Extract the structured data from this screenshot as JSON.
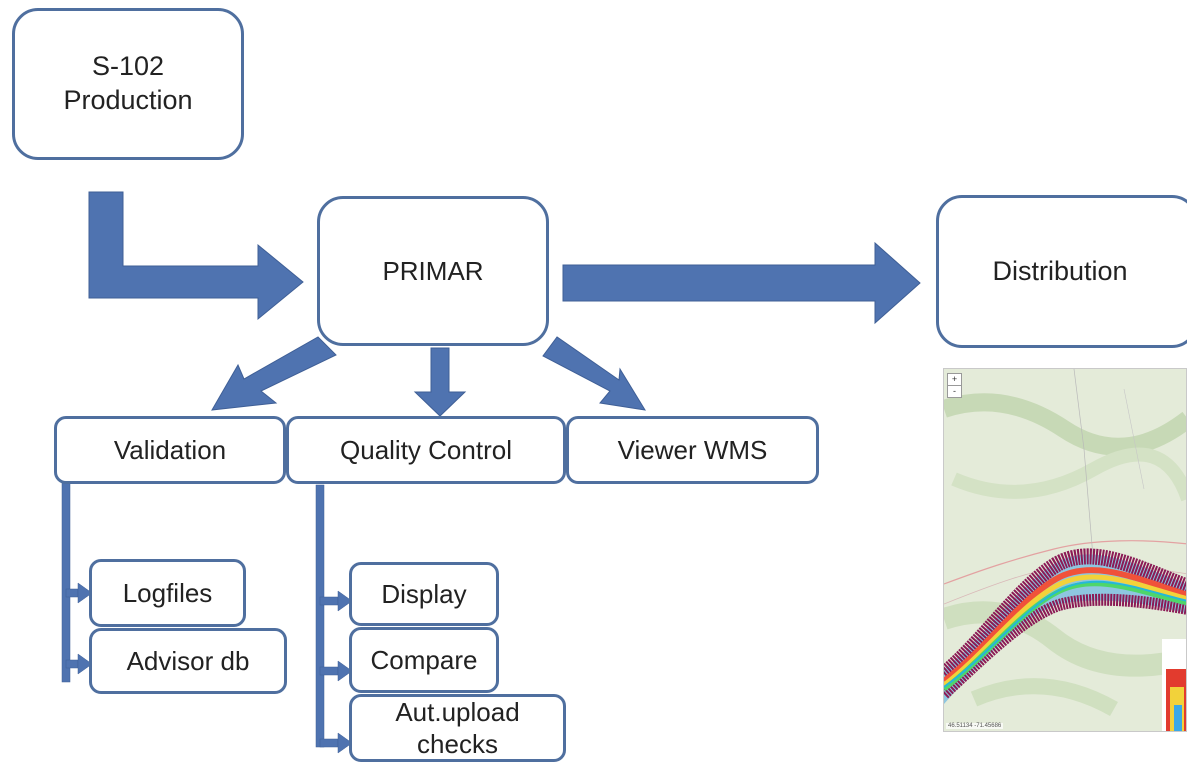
{
  "diagram": {
    "production": {
      "line1": "S-102",
      "line2": "Production"
    },
    "primar": "PRIMAR",
    "distribution": "Distribution",
    "validation": "Validation",
    "quality_control": "Quality Control",
    "viewer_wms": "Viewer WMS",
    "logfiles": "Logfiles",
    "advisor_db": "Advisor db",
    "display": "Display",
    "compare": "Compare",
    "aut_upload": {
      "line1": "Aut.upload",
      "line2": "checks"
    }
  },
  "map": {
    "zoom_in": "+",
    "zoom_out": "-",
    "coordinates": "46.51134 -71.45686"
  },
  "colors": {
    "arrow": "#4f73b0",
    "box_border": "#4f6f9f"
  }
}
